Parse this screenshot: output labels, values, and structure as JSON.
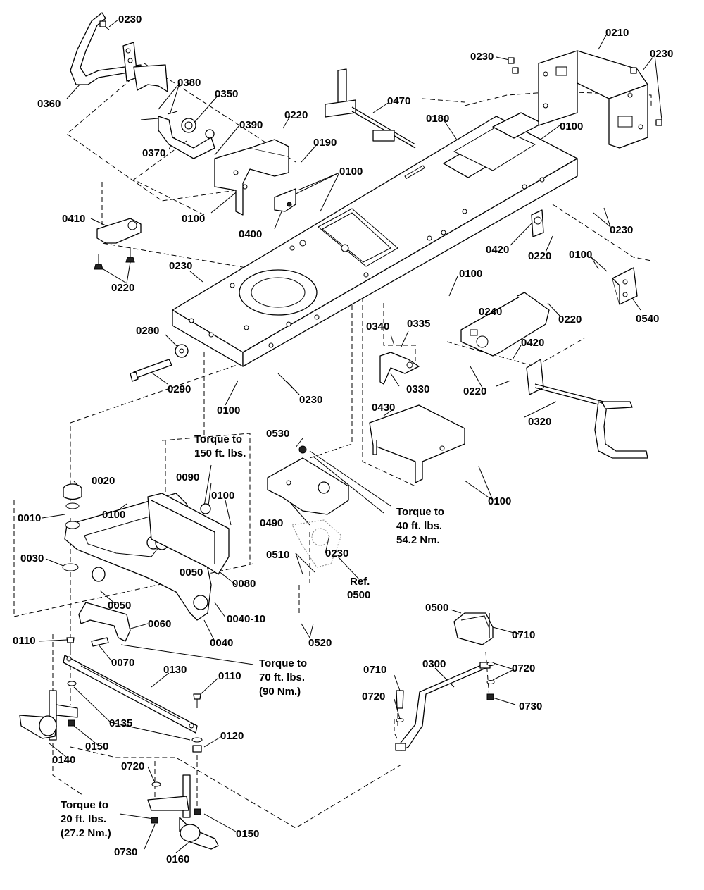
{
  "part_labels": {
    "p0230_a": "0230",
    "p0360": "0360",
    "p0380": "0380",
    "p0350": "0350",
    "p0370": "0370",
    "p0390": "0390",
    "p0220_a": "0220",
    "p0190": "0190",
    "p0100_a": "0100",
    "p0100_b": "0100",
    "p0400": "0400",
    "p0470": "0470",
    "p0180": "0180",
    "p0210": "0210",
    "p0230_b": "0230",
    "p0230_c": "0230",
    "p0100_c": "0100",
    "p0410": "0410",
    "p0220_b": "0220",
    "p0230_d": "0230",
    "p0420_a": "0420",
    "p0220_c": "0220",
    "p0230_e": "0230",
    "p0100_d": "0100",
    "p0540": "0540",
    "p0100_e": "0100",
    "p0240": "0240",
    "p0220_d": "0220",
    "p0280": "0280",
    "p0290": "0290",
    "p0340": "0340",
    "p0335": "0335",
    "p0420_b": "0420",
    "p0330": "0330",
    "p0220_e": "0220",
    "p0230_f": "0230",
    "p0100_f": "0100",
    "p0430": "0430",
    "p0320": "0320",
    "p0530": "0530",
    "p0090": "0090",
    "p0100_g": "0100",
    "p0020": "0020",
    "p0010": "0010",
    "p0100_h": "0100",
    "p0490": "0490",
    "p0100_i": "0100",
    "p0030": "0030",
    "p0050_a": "0050",
    "p0080": "0080",
    "p0510": "0510",
    "p0230_g": "0230",
    "p0050_b": "0050",
    "p0040_10": "0040-10",
    "p0040": "0040",
    "p0520": "0520",
    "p0060": "0060",
    "p0500": "0500",
    "p0710_a": "0710",
    "p0110_a": "0110",
    "p0070": "0070",
    "p0130": "0130",
    "p0110_b": "0110",
    "p0300": "0300",
    "p0720_a": "0720",
    "p0710_b": "0710",
    "p0720_b": "0720",
    "p0730_a": "0730",
    "p0135": "0135",
    "p0120": "0120",
    "p0150_a": "0150",
    "p0140": "0140",
    "p0720_c": "0720",
    "p0150_b": "0150",
    "p0730_b": "0730",
    "p0160": "0160"
  },
  "annotations": {
    "torque_150": [
      "Torque to",
      "150 ft. lbs."
    ],
    "torque_40": [
      "Torque to",
      "40 ft. lbs.",
      "54.2 Nm."
    ],
    "ref_0500": [
      "Ref.",
      "0500"
    ],
    "torque_70": [
      "Torque to",
      "70 ft. lbs.",
      "(90 Nm.)"
    ],
    "torque_20": [
      "Torque to",
      "20 ft. lbs.",
      "(27.2 Nm.)"
    ]
  }
}
